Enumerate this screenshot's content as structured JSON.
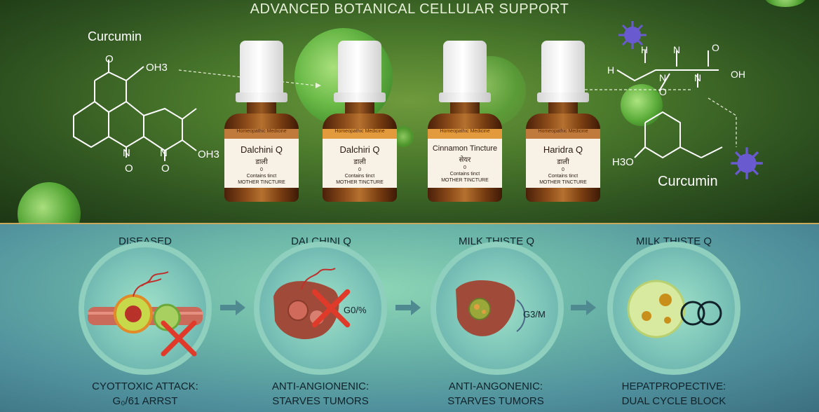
{
  "header": {
    "title": "ADVANCED BOTANICAL CELLULAR SUPPORT"
  },
  "chem_left": {
    "name": "Curcumin",
    "atoms": [
      "O",
      "OH3",
      "N",
      "N",
      "O",
      "O",
      "OH3"
    ]
  },
  "chem_right": {
    "name": "Curcumin",
    "atoms": [
      "H",
      "H",
      "N",
      "N",
      "N",
      "O",
      "O",
      "OH",
      "H3O"
    ]
  },
  "bottles": [
    {
      "band": "Homeopathic Medicine",
      "name": "Dalchini Q",
      "hindi": "डाली",
      "mark": "0",
      "desc": "Contains tinct",
      "foot": "MOTHER TINCTURE",
      "band_color": "#c07a3c"
    },
    {
      "band": "Homeopathic Medicine",
      "name": "Dalchiri Q",
      "hindi": "डाली",
      "mark": "0",
      "desc": "Contains tinct",
      "foot": "MOTHER TINCTURE",
      "band_color": "#e39a3c"
    },
    {
      "band": "Homeopathic Medicine",
      "name": "Cinnamon Tincture",
      "hindi": "सेयर",
      "mark": "0",
      "desc": "Contains tinct",
      "foot": "MOTHER TINCTURE",
      "band_color": "#e39a3c"
    },
    {
      "band": "Homeopathic Medicine",
      "name": "Haridra Q",
      "hindi": "डाली",
      "mark": "0",
      "desc": "Contains tinct",
      "foot": "MOTHER TINCTURE",
      "band_color": "#c07a3c"
    }
  ],
  "steps": [
    {
      "heading": "DISEASED",
      "line1": "CYOTTOXIC ATTACK:",
      "line2": "G₀/61 ARRST",
      "badge": ""
    },
    {
      "heading": "DALCHINI Q",
      "line1": "ANTI-ANGIONENIC:",
      "line2": "STARVES TUMORS",
      "badge": "G0/%"
    },
    {
      "heading": "MILK THISTE Q",
      "line1": "ANTI-ANGONENIC:",
      "line2": "STARVES TUMORS",
      "badge": "G3/M"
    },
    {
      "heading": "MILK THISTE Q",
      "line1": "HEPATPROPECTIVE:",
      "line2": "DUAL CYCLE BLOCK",
      "badge": ""
    }
  ],
  "colors": {
    "top_bg": "#4b7a2c",
    "bottom_bg": "#6bb6a8",
    "cross": "#e03a2a",
    "divider": "#c8a85a"
  }
}
